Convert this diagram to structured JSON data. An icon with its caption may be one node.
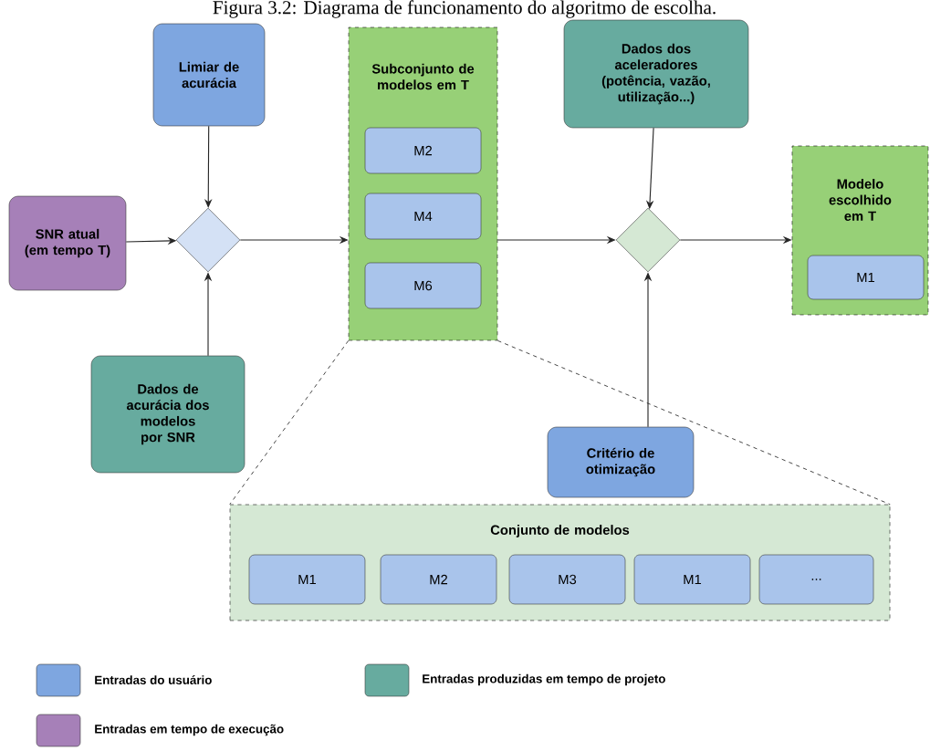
{
  "diagram": {
    "title": "Figura 3.2: Diagrama de funcionamento do algoritmo de escolha.",
    "nodes": [
      {
        "text": [
          "Limiar de acurácia"
        ]
      },
      {
        "text": [
          "SNR atual (em tempo T)"
        ]
      },
      {
        "text": [],
        "shape": "diamond"
      },
      {
        "text": [
          "Dados de acurácia dos modelos por SNR"
        ]
      },
      {
        "text": [
          "Subconjunto de modelos em T"
        ]
      },
      {
        "text": [
          "M2"
        ],
        "in": 4
      },
      {
        "text": [
          "M4"
        ],
        "in": 4
      },
      {
        "text": [
          "M6"
        ],
        "in": 4
      },
      {
        "text": [
          "Dados dos aceleradores (potência, vazão, utilização...)"
        ]
      },
      {
        "text": [],
        "shape": "diamond"
      },
      {
        "text": [
          "Critério de otimização"
        ]
      },
      {
        "text": [
          "Modelo escolhido em T"
        ]
      },
      {
        "text": [
          "M1"
        ],
        "in": 11
      },
      {
        "text": [
          "Conjunto de modelos"
        ]
      },
      {
        "text": [
          "M1"
        ],
        "in": 13
      },
      {
        "text": [
          "M2"
        ],
        "in": 13
      },
      {
        "text": [
          "M3"
        ],
        "in": 13
      },
      {
        "text": [
          "M1"
        ],
        "in": 13
      },
      {
        "text": [
          "..."
        ],
        "in": 13
      }
    ],
    "edges": [
      {
        "from": 0,
        "to": 2,
        "arrow": "to"
      },
      {
        "from": 1,
        "to": 2,
        "arrow": "to"
      },
      {
        "from": 3,
        "to": 2,
        "arrow": "to"
      },
      {
        "from": 2,
        "to": 4,
        "arrow": "to"
      },
      {
        "from": 4,
        "to": 9,
        "arrow": "to"
      },
      {
        "from": 8,
        "to": 9,
        "arrow": "to"
      },
      {
        "from": 10,
        "to": 9,
        "arrow": "to"
      },
      {
        "from": 9,
        "to": 11,
        "arrow": "to"
      },
      {
        "from": 4,
        "to": 13,
        "arrow": "none",
        "style": "dashed"
      },
      {
        "from": 4,
        "to": 13,
        "arrow": "none",
        "style": "dashed"
      }
    ],
    "legend": [
      {
        "text": "Entradas do usuário",
        "color": "#7ea6e0"
      },
      {
        "text": "Entradas produzidas em tempo de projeto",
        "color": "#67ab9f"
      },
      {
        "text": "Entradas em tempo de execução",
        "color": "#a680b8"
      }
    ]
  }
}
